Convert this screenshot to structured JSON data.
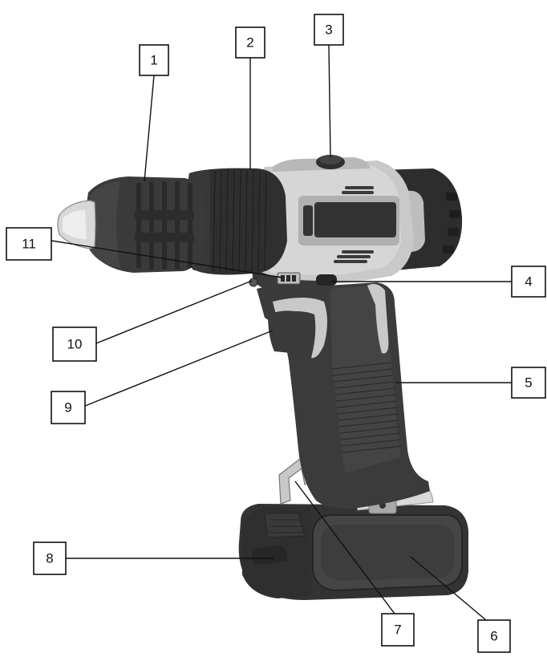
{
  "figure": {
    "subject": "cordless-drill-driver",
    "colors": {
      "body_dark": "#3b3b3b",
      "body_darker": "#2a2a2a",
      "body_mid": "#4a4a4a",
      "accent_light": "#c9c9c9",
      "accent_lighter": "#dedede",
      "metal": "#d8d8d8",
      "outline": "#111111"
    }
  },
  "callouts": [
    {
      "id": "1",
      "label": "1",
      "icon": "chuck-icon"
    },
    {
      "id": "2",
      "label": "2",
      "icon": "torque-ring-icon"
    },
    {
      "id": "3",
      "label": "3",
      "icon": "gear-selector-icon"
    },
    {
      "id": "4",
      "label": "4",
      "icon": "direction-switch-icon"
    },
    {
      "id": "5",
      "label": "5",
      "icon": "handle-icon"
    },
    {
      "id": "6",
      "label": "6",
      "icon": "battery-pack-icon"
    },
    {
      "id": "7",
      "label": "7",
      "icon": "belt-clip-icon"
    },
    {
      "id": "8",
      "label": "8",
      "icon": "battery-release-icon"
    },
    {
      "id": "9",
      "label": "9",
      "icon": "trigger-icon"
    },
    {
      "id": "10",
      "label": "10",
      "icon": "led-light-icon"
    },
    {
      "id": "11",
      "label": "11",
      "icon": "battery-indicator-icon"
    }
  ]
}
